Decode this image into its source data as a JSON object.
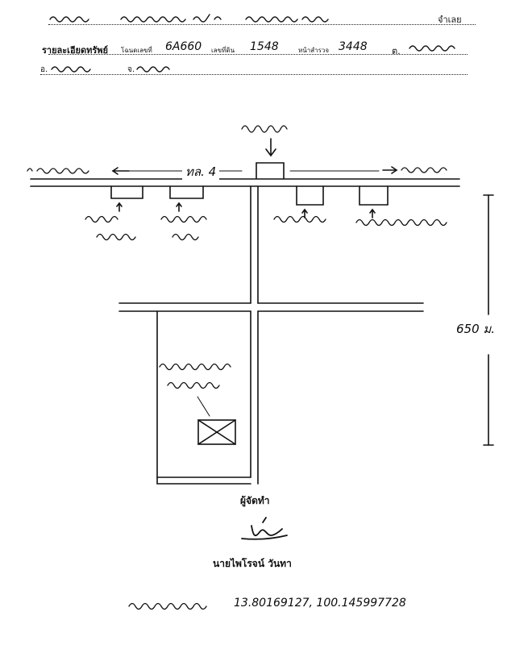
{
  "header": {
    "seller_suffix": "จำเลย",
    "property_prefix": "รายละเอียดทรัพย์",
    "deed_label": "โฉนดเลขที่",
    "deed_number": "6A660",
    "land_no_label": "เลขที่ดิน",
    "land_number": "1548",
    "survey_label": "หน้าสำรวจ",
    "survey_number": "3448",
    "tambon_prefix": "ต.",
    "amphoe_prefix": "อ.",
    "province_prefix": "จ."
  },
  "map": {
    "highway_label": "ทล. 4",
    "distance_label": "650 ม."
  },
  "signature": {
    "role": "ผู้จัดทำ",
    "name": "นายไพโรจน์ วันทา"
  },
  "footer": {
    "coordinates": "13.80169127, 100.145997728"
  }
}
